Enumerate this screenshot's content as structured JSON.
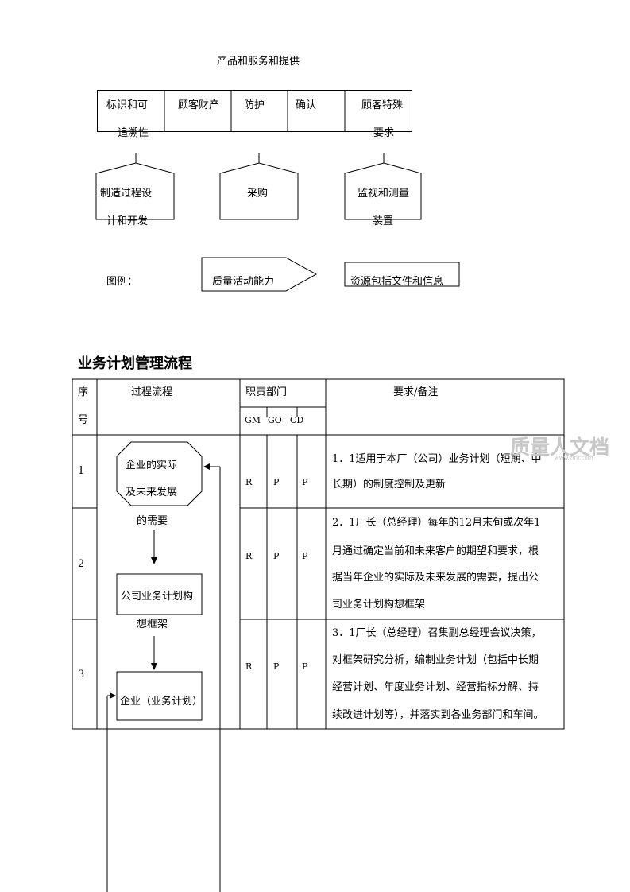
{
  "top_diagram": {
    "heading": "产品和服务和提供",
    "boxes": [
      {
        "line1": "标识和可",
        "line2": "追溯性"
      },
      {
        "line1": "顾客财产",
        "line2": ""
      },
      {
        "line1": "防护",
        "line2": ""
      },
      {
        "line1": "确认",
        "line2": ""
      },
      {
        "line1": "顾客特殊",
        "line2": "要求"
      }
    ],
    "activities": [
      {
        "line1": "制造过程设",
        "line2": "计和开发"
      },
      {
        "line1": "采购",
        "line2": ""
      },
      {
        "line1": "监视和测量",
        "line2": "装置"
      }
    ],
    "legend": {
      "label": "图例：",
      "activity": "质量活动能力",
      "resource": "资源包括文件和信息"
    }
  },
  "section": {
    "title": "业务计划管理流程"
  },
  "table": {
    "headers": {
      "seq_line1": "序",
      "seq_line2": "号",
      "process": "过程流程",
      "dept": "职责部门",
      "dept_cols": [
        "GM",
        "GO",
        "CD"
      ],
      "req": "要求/备注"
    },
    "rows": [
      {
        "num": "1",
        "roles": [
          "R",
          "P",
          "P"
        ],
        "req_lines": [
          "1．1适用于本厂（公司）业务计划（短期、中",
          "长期）的制度控制及更新"
        ]
      },
      {
        "num": "2",
        "roles": [
          "R",
          "P",
          "P"
        ],
        "req_lines": [
          "2．1厂长（总经理）每年的12月末旬或次年1",
          "月通过确定当前和未来客户的期望和要求，根",
          "据当年企业的实际及未来发展的需要，提出公",
          "司业务计划构想框架"
        ]
      },
      {
        "num": "3",
        "roles": [
          "R",
          "P",
          "P"
        ],
        "req_lines": [
          "3．1厂长（总经理）召集副总经理会议决策，",
          "对框架研究分析，编制业务计划（包括中长期",
          "经营计划、年度业务计划、经营指标分解、持",
          "续改进计划等），并落实到各业务部门和车间。"
        ]
      }
    ],
    "flow": {
      "step1": [
        "企业的实际",
        "及未来发展",
        "的需要"
      ],
      "step2": [
        "公司业务计划构",
        "想框架"
      ],
      "step3": "企业（业务计划）"
    }
  },
  "watermark": {
    "main": "质量人文档",
    "sub": "www.zlrlr.com"
  }
}
